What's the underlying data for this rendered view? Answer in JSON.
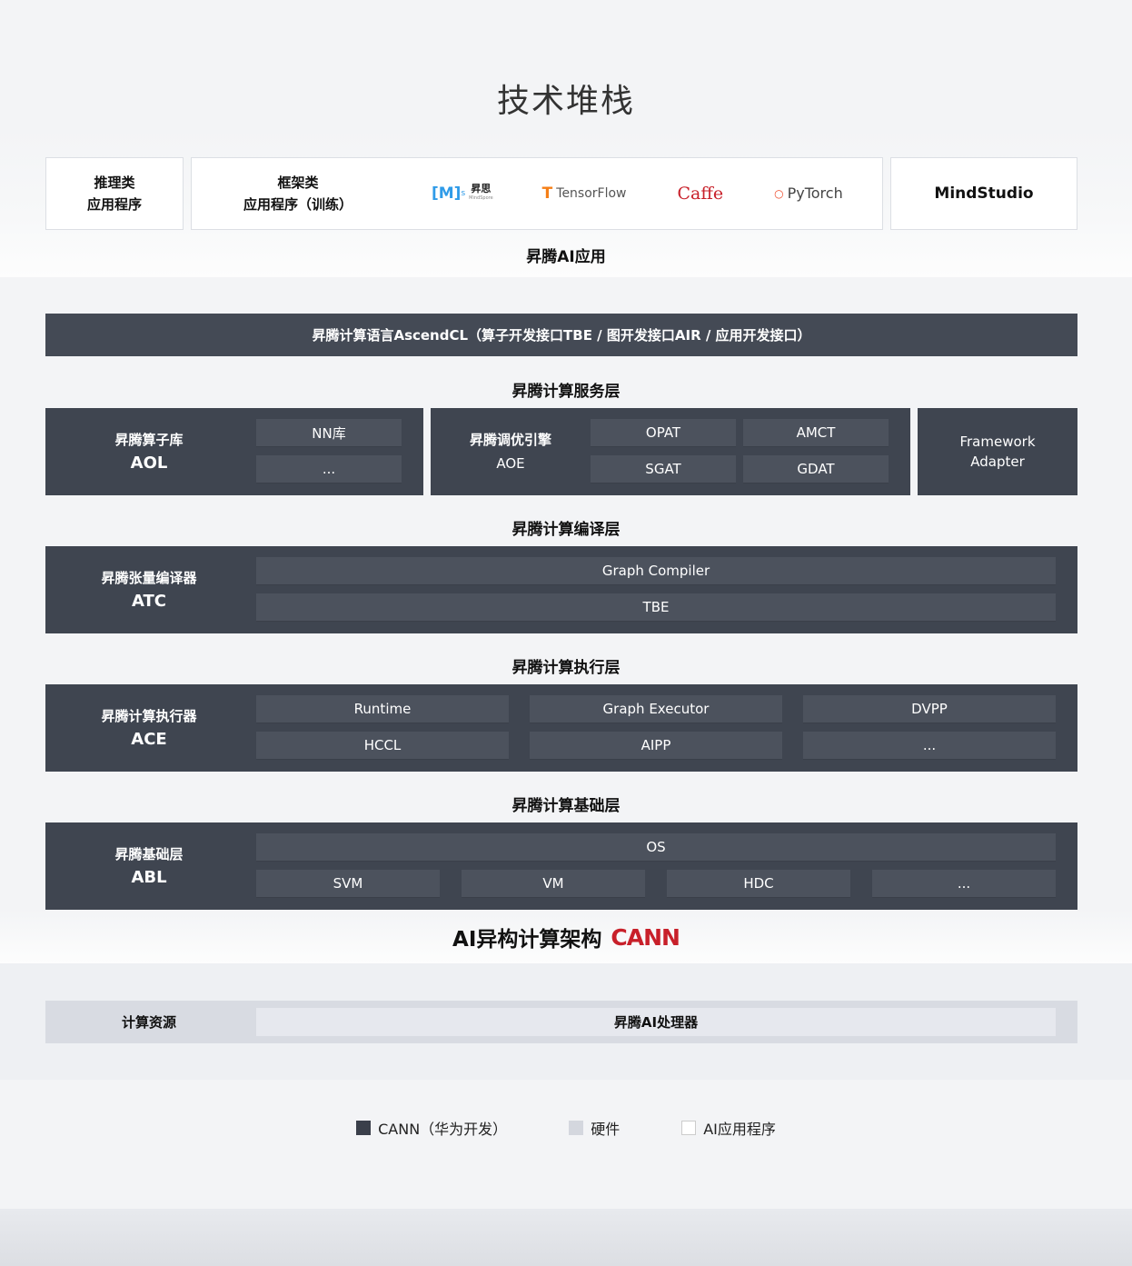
{
  "title": "技术堆栈",
  "apps": {
    "inference_line1": "推理类",
    "inference_line2": "应用程序",
    "framework_line1": "框架类",
    "framework_line2": "应用程序（训练）",
    "logos": {
      "mindspore_mark": "[M]",
      "mindspore_sup": "s",
      "mindspore_cn": "昇思",
      "mindspore_small": "MindSpore",
      "tensorflow": "TensorFlow",
      "caffe": "Caffe",
      "pytorch": "PyTorch"
    },
    "mindstudio": "MindStudio",
    "layer_label": "昇腾AI应用"
  },
  "ascendcl": "昇腾计算语言AscendCL（算子开发接口TBE / 图开发接口AIR / 应用开发接口）",
  "service_layer": {
    "label": "昇腾计算服务层",
    "aol": {
      "cn": "昇腾算子库",
      "en": "AOL",
      "items": [
        "NN库",
        "..."
      ]
    },
    "aoe": {
      "cn": "昇腾调优引擎",
      "en": "AOE",
      "items": [
        "OPAT",
        "AMCT",
        "SGAT",
        "GDAT"
      ]
    },
    "framework_adapter": {
      "line1": "Framework",
      "line2": "Adapter"
    }
  },
  "compile_layer": {
    "label": "昇腾计算编译层",
    "atc": {
      "cn": "昇腾张量编译器",
      "en": "ATC",
      "items": [
        "Graph Compiler",
        "TBE"
      ]
    }
  },
  "exec_layer": {
    "label": "昇腾计算执行层",
    "ace": {
      "cn": "昇腾计算执行器",
      "en": "ACE",
      "items": [
        "Runtime",
        "Graph Executor",
        "DVPP",
        "HCCL",
        "AIPP",
        "..."
      ]
    }
  },
  "base_layer": {
    "label": "昇腾计算基础层",
    "abl": {
      "cn": "昇腾基础层",
      "en": "ABL",
      "items": [
        "OS",
        "SVM",
        "VM",
        "HDC",
        "..."
      ]
    }
  },
  "cann_label": {
    "text": "AI异构计算架构",
    "brand": "CANN"
  },
  "hardware": {
    "label": "计算资源",
    "processor": "昇腾AI处理器"
  },
  "legend": [
    {
      "label": "CANN（华为开发）",
      "color": "#3a3f4a"
    },
    {
      "label": "硬件",
      "color": "#d4d7de"
    },
    {
      "label": "AI应用程序",
      "color": "#ffffff"
    }
  ],
  "colors": {
    "dark": "#3f4550",
    "brand_red": "#c8202a",
    "tensorflow_orange": "#f57f17",
    "mindspore_blue": "#2f9be8"
  }
}
